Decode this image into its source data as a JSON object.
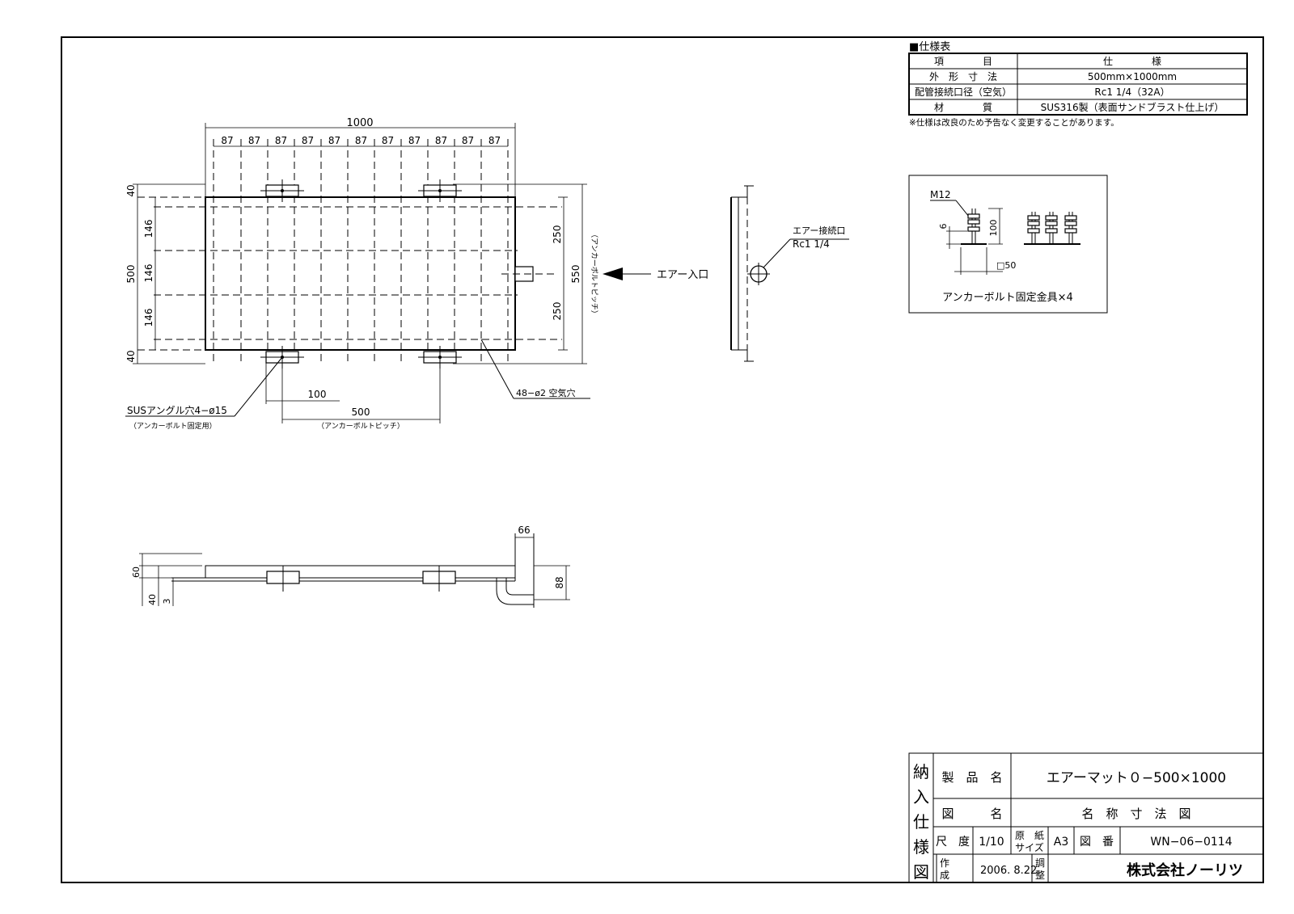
{
  "spec": {
    "header": "■仕様表",
    "col_item": "項　　　　目",
    "col_spec": "仕　　　　様",
    "rows": [
      {
        "item": "外　形　寸　法",
        "value": "500mm×1000mm"
      },
      {
        "item": "配管接続口径（空気）",
        "value": "Rc1 1/4（32A）"
      },
      {
        "item": "材　　　　質",
        "value": "SUS316製（表面サンドブラスト仕上げ）"
      }
    ],
    "note": "※仕様は改良のため予告なく変更することがあります。"
  },
  "plan": {
    "width_total": "1000",
    "pitch": "87",
    "dim_40": "40",
    "dim_146": "146",
    "dim_500": "500",
    "dim_250": "250",
    "dim_550": "550",
    "dim_550_note": "（アンカーボルトピッチ）",
    "dim_100": "100",
    "dim_500b": "500",
    "dim_500b_note": "（アンカーボルトピッチ）",
    "angle_hole": "SUSアングル穴4−ø15",
    "angle_hole_note": "（アンカーボルト固定用）",
    "air_holes": "48−ø2 空気穴",
    "air_inlet": "エアー入口"
  },
  "side": {
    "connection_label": "エアー接続口",
    "connection_size": "Rc1 1/4"
  },
  "anchor": {
    "bolt": "M12",
    "dim_6": "6",
    "dim_100": "100",
    "dim_50": "□50",
    "caption": "アンカーボルト固定金具×4"
  },
  "elevation": {
    "dim_66": "66",
    "dim_60": "60",
    "dim_40": "40",
    "dim_3": "3",
    "dim_88": "88"
  },
  "title_block": {
    "side_label": [
      "納",
      "入",
      "仕",
      "様",
      "図"
    ],
    "product_label": "製　品　名",
    "product_value": "エアーマット０−500×1000",
    "drawing_label": "図　　　名",
    "drawing_value": "名　称　寸　法　図",
    "scale_label": "尺　度",
    "scale_value": "1/10",
    "paper_label_1": "原　紙",
    "paper_label_2": "サイズ",
    "paper_value": "A3",
    "number_label": "図　番",
    "number_value": "WN−06−0114",
    "made_label_1": "作",
    "made_label_2": "成",
    "date_value": "2006. 8.22",
    "adjust_label_1": "調",
    "adjust_label_2": "整",
    "company": "株式会社ノーリツ"
  }
}
